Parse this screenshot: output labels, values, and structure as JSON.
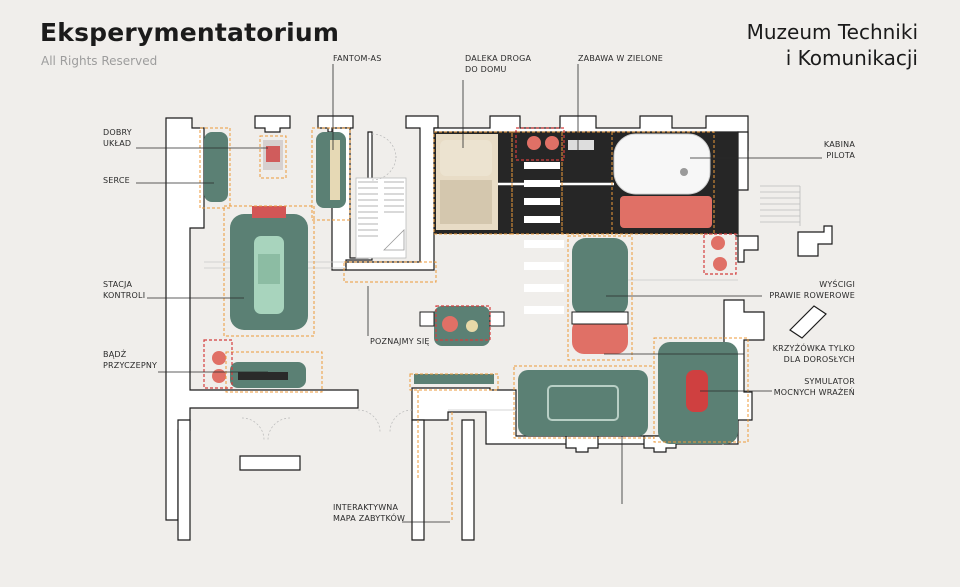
{
  "header": {
    "title": "Eksperymentatorium",
    "subtitle": "All Rights Reserved",
    "museum_line1": "Muzeum Techniki",
    "museum_line2": "i Komunikacji"
  },
  "labels": {
    "dobry_uklad_1": "DOBRY",
    "dobry_uklad_2": "UKŁAD",
    "serce": "SERCE",
    "stacja_1": "STACJA",
    "stacja_2": "KONTROLI",
    "badz_1": "BĄDŹ",
    "badz_2": "PRZYCZEPNY",
    "fantom": "FANTOM-AS",
    "daleka_1": "DALEKA DROGA",
    "daleka_2": "DO DOMU",
    "zabawa": "ZABAWA W ZIELONE",
    "kabina_1": "KABINA",
    "kabina_2": "PILOTA",
    "wyscigi_1": "WYŚCIGI",
    "wyscigi_2": "PRAWIE ROWEROWE",
    "krzyzowka_1": "KRZYŻÓWKA TYLKO",
    "krzyzowka_2": "DLA DOROSŁYCH",
    "symulator_1": "SYMULATOR",
    "symulator_2": "MOCNYCH WRAŻEŃ",
    "poznajmy": "POZNAJMY SIĘ",
    "mapa_1": "INTERAKTYWNA",
    "mapa_2": "MAPA ZABYTKÓW"
  },
  "colors": {
    "background": "#f0eeeb",
    "wall": "#ffffff",
    "wall_stroke": "#1c1c1c",
    "exhibit_green": "#5b8074",
    "exhibit_red": "#e07066",
    "dashed_orange": "#ec9a3a",
    "dashed_red": "#d43e3e",
    "dark_room": "#262626"
  }
}
